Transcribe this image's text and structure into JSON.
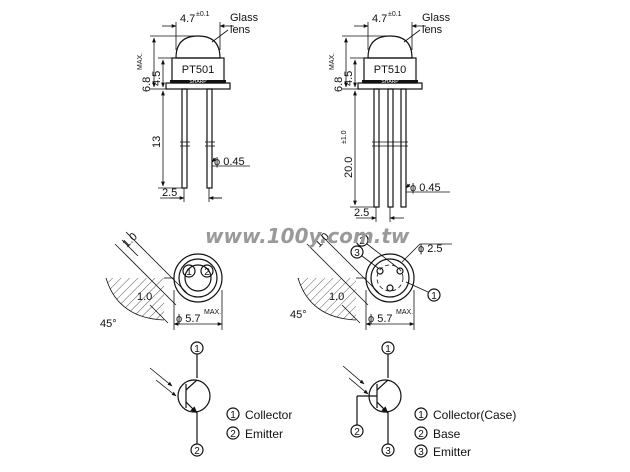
{
  "left_part": {
    "model": "PT501",
    "brand": "SHARP",
    "lens_width": "4.7",
    "lens_tol": "±0.1",
    "glass_label_1": "Glass",
    "glass_label_2": "lens",
    "height_max": "6.8",
    "max_tag": "MAX.",
    "body_height": "4.5",
    "lead_length": "13",
    "lead_dia": "ϕ 0.45",
    "pitch": "2.5",
    "bottom_dim_1": "1.0",
    "bottom_dim_2": "1.0",
    "angle": "45°",
    "outer_dia": "ϕ 5.7",
    "pin_1": "1",
    "pin_2": "2",
    "legend_1": "Collector",
    "legend_2": "Emitter"
  },
  "right_part": {
    "model": "PT510",
    "brand": "SHARP",
    "lens_width": "4.7",
    "lens_tol": "±0.1",
    "glass_label_1": "Glass",
    "glass_label_2": "lens",
    "height_max": "6.8",
    "max_tag": "MAX.",
    "body_height": "4.5",
    "lead_length": "20.0",
    "lead_tol": "±1.0",
    "lead_dia": "ϕ 0.45",
    "pitch": "2.5",
    "pin_circle_dia": "ϕ 2.5",
    "bottom_dim_1": "1.0",
    "bottom_dim_2": "1.0",
    "angle": "45°",
    "outer_dia": "ϕ 5.7",
    "pin_1": "1",
    "pin_2": "2",
    "pin_3": "3",
    "legend_1": "Collector(Case)",
    "legend_2": "Base",
    "legend_3": "Emitter"
  },
  "watermark": "www.100y.com.tw"
}
